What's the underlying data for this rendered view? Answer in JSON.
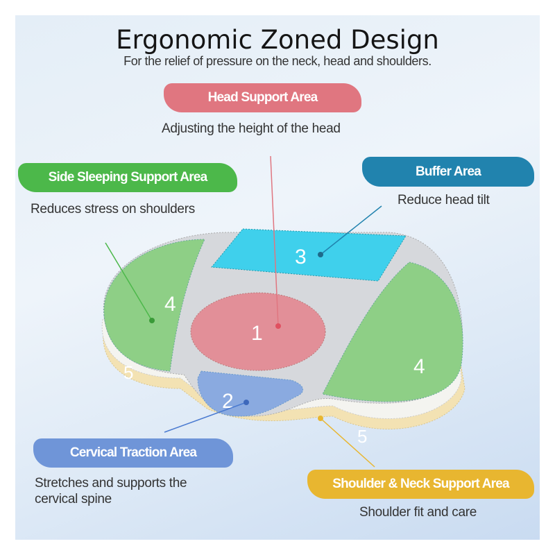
{
  "title": "Ergonomic Zoned Design",
  "subtitle": "For the relief of pressure on the neck, head and shoulders.",
  "zones": {
    "head": {
      "label": "Head Support Area",
      "desc": "Adjusting the height of the head",
      "number": "1",
      "color": "#e07680"
    },
    "cervical": {
      "label": "Cervical Traction Area",
      "desc_line1": "Stretches and supports the",
      "desc_line2": "cervical spine",
      "number": "2",
      "color": "#6f95d8"
    },
    "buffer": {
      "label": "Buffer Area",
      "desc": "Reduce head tilt",
      "number": "3",
      "color": "#2183ae"
    },
    "side": {
      "label": "Side Sleeping Support Area",
      "desc": "Reduces stress on shoulders",
      "number": "4",
      "color": "#4cb84a"
    },
    "shoulder": {
      "label": "Shoulder & Neck Support Area",
      "desc": "Shoulder fit and care",
      "number": "5",
      "color": "#e8b630"
    }
  }
}
